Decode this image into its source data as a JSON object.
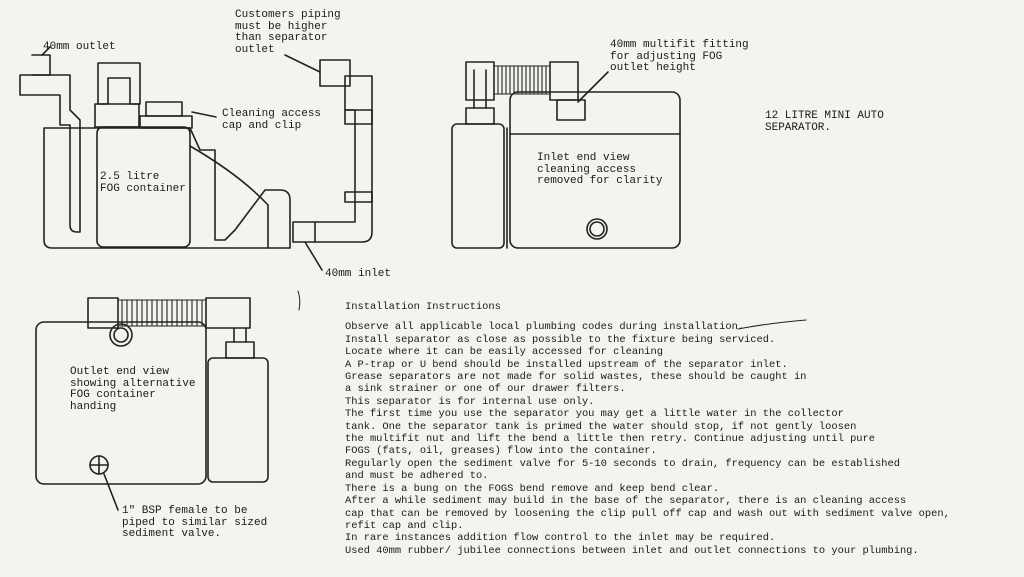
{
  "title": "12 LITRE MINI AUTO\nSEPARATOR.",
  "labels": {
    "outlet_40mm": "40mm outlet",
    "customers_piping": "Customers piping\nmust be higher\nthan separator\noutlet",
    "cleaning_access": "Cleaning access\ncap and clip",
    "fog_container": "2.5 litre\nFOG container",
    "inlet_40mm": "40mm inlet",
    "multifit": "40mm multifit fitting\nfor adjusting FOG\noutlet height",
    "inlet_end_view": "Inlet end view\ncleaning access\nremoved for clarity",
    "outlet_end_view": "Outlet end view\nshowing alternative\nFOG container\nhanding",
    "bsp_female": "1\" BSP female to be\npiped to similar sized\nsediment valve."
  },
  "instructions": {
    "title": "Installation Instructions",
    "lines": [
      "Observe all applicable local plumbing codes during installation.",
      "Install separator as close as possible to the fixture being serviced.",
      "Locate where it can be easily accessed for cleaning",
      "A P-trap or U bend should be installed upstream of the separator inlet.",
      "Grease separators are not made for solid wastes, these should be caught in",
      "  a sink strainer or one of our drawer filters.",
      "This separator is for internal use only.",
      "The first time you use the separator you may get a little water in the collector",
      "tank. One the separator tank is primed the water should stop, if not gently loosen",
      "  the multifit nut and lift the bend a little then retry. Continue adjusting until pure",
      "  FOGS (fats, oil, greases) flow into the container.",
      "Regularly open the sediment valve for 5-10 seconds to drain, frequency can be established",
      "  and must be adhered to.",
      "There is a bung on the FOGS bend remove and keep bend clear.",
      "After a while sediment may build in the base of the separator, there is an cleaning access",
      "  cap that can be removed by loosening the clip pull off cap and wash out with sediment valve open,",
      "  refit cap and clip.",
      "In rare instances addition flow control to the inlet may be required.",
      "Used 40mm rubber/ jubilee connections between inlet and outlet connections to your plumbing."
    ]
  }
}
